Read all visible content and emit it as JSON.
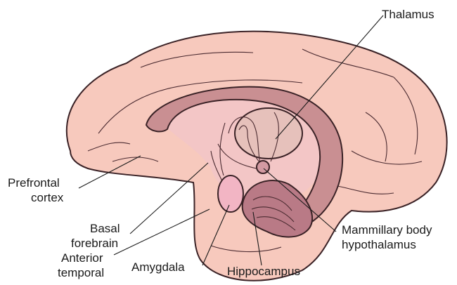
{
  "labels": {
    "thalamus": "Thalamus",
    "prefrontal_1": "Prefrontal",
    "prefrontal_2": "cortex",
    "basal_1": "Basal",
    "basal_2": "forebrain",
    "anterior_1": "Anterior",
    "anterior_2": "temporal",
    "amygdala": "Amygdala",
    "hippocampus": "Hippocampus",
    "mammillary_1": "Mammillary body",
    "mammillary_2": "hypothalamus"
  },
  "colors": {
    "cortex": "#f7c9bd",
    "limbic_ring": "#c98f92",
    "limbic_inner": "#f3c6c6",
    "thalamus": "#e6c1bb",
    "hippocampus": "#b97a86",
    "amygdala": "#f2b5c4"
  }
}
